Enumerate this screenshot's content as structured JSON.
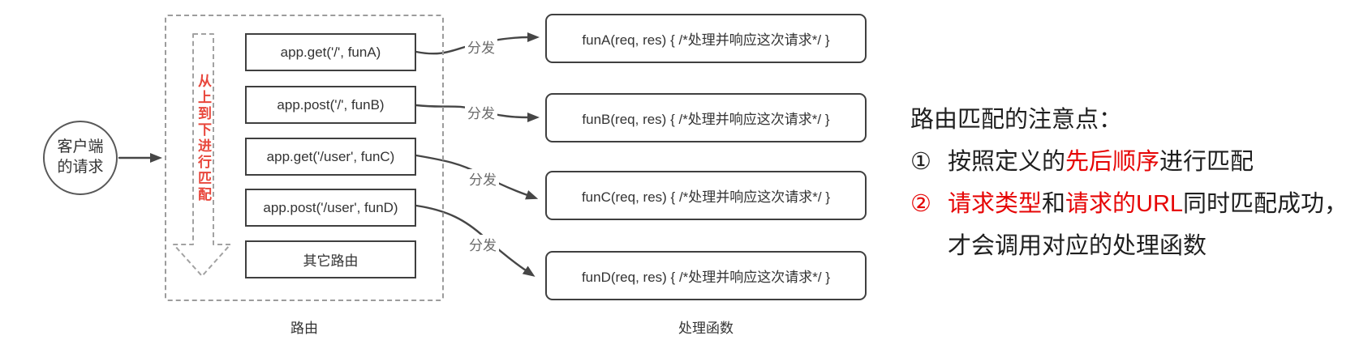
{
  "colors": {
    "red_arrow_text": "#e8463b",
    "red_note": "#e60505",
    "ink": "#1f1f1f",
    "box_border": "#3f3f3f",
    "dashed_gray": "#9c9c9c"
  },
  "diagram": {
    "client_node": {
      "label": "客户端\n的请求"
    },
    "order_arrow_text": "从上到下进行匹配",
    "dispatch_label": "分发",
    "routes": [
      "app.get('/', funA)",
      "app.post('/', funB)",
      "app.get('/user', funC)",
      "app.post('/user', funD)",
      "其它路由"
    ],
    "routes_caption": "路由",
    "handlers": [
      "funA(req, res) { /*处理并响应这次请求*/ }",
      "funB(req, res) { /*处理并响应这次请求*/ }",
      "funC(req, res) { /*处理并响应这次请求*/ }",
      "funD(req, res) { /*处理并响应这次请求*/ }"
    ],
    "handlers_caption": "处理函数"
  },
  "notes": {
    "title": "路由匹配的注意点：",
    "items": [
      {
        "marker": "①",
        "marker_red": false,
        "segments": [
          {
            "text": "按照定义的",
            "red": false
          },
          {
            "text": "先后顺序",
            "red": true
          },
          {
            "text": "进行匹配",
            "red": false
          }
        ]
      },
      {
        "marker": "②",
        "marker_red": true,
        "segments": [
          {
            "text": "请求类型",
            "red": true
          },
          {
            "text": "和",
            "red": false
          },
          {
            "text": "请求的URL",
            "red": true
          },
          {
            "text": "同时匹配成功，",
            "red": false
          }
        ]
      },
      {
        "marker": "",
        "marker_red": false,
        "segments": [
          {
            "text": "才会调用对应的处理函数",
            "red": false
          }
        ]
      }
    ]
  }
}
